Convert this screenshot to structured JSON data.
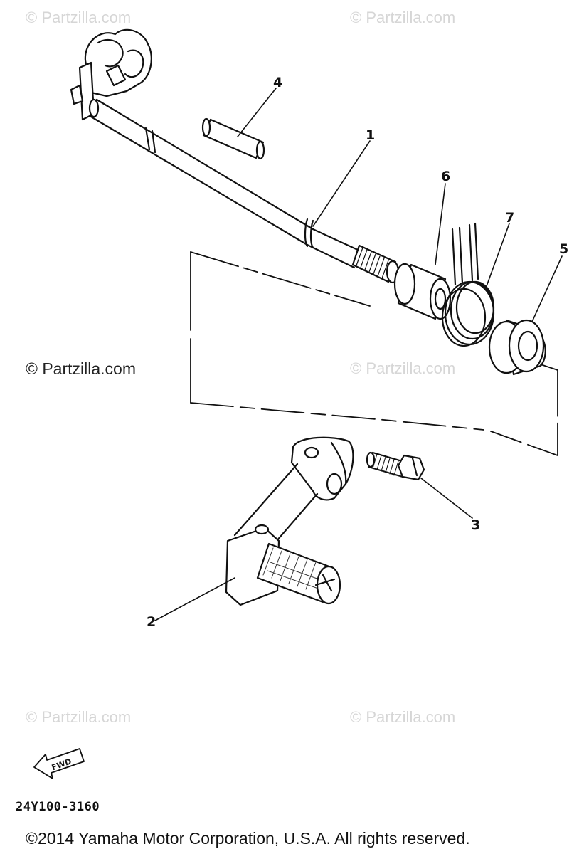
{
  "watermarks": {
    "top_left": "© Partzilla.com",
    "top_right": "© Partzilla.com",
    "mid_left": "© Partzilla.com",
    "mid_right": "© Partzilla.com",
    "bottom_left": "© Partzilla.com",
    "bottom_right": "© Partzilla.com"
  },
  "callouts": {
    "p1": "1",
    "p2": "2",
    "p3": "3",
    "p4": "4",
    "p5": "5",
    "p6": "6",
    "p7": "7"
  },
  "fwd_label": "FWD",
  "diagram_code": "24Y100-3160",
  "copyright": "©2014  Yamaha Motor Corporation, U.S.A. All rights reserved."
}
